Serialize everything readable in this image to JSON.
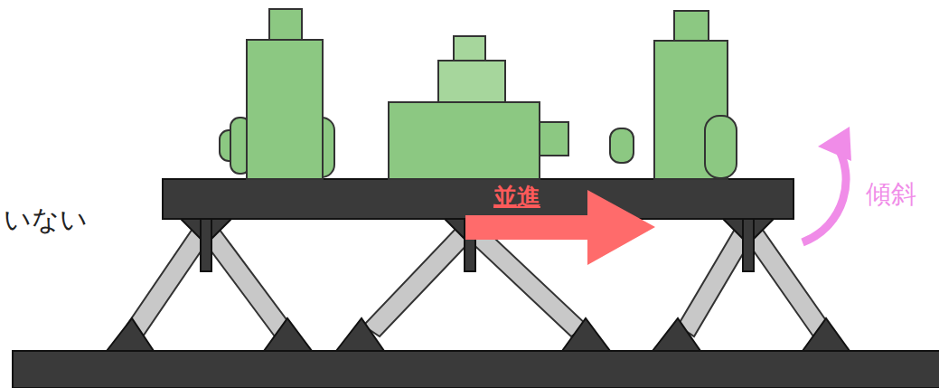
{
  "diagram": {
    "labels": [
      "いない",
      "並進",
      "傾斜"
    ]
  }
}
